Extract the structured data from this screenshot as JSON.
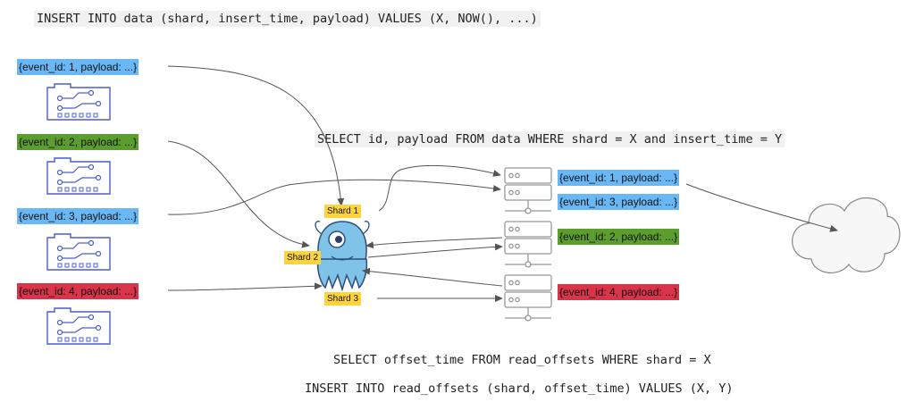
{
  "sql": {
    "insert_data": "INSERT INTO data (shard, insert_time, payload) VALUES (X, NOW(), ...)",
    "select_data": "SELECT id, payload FROM data WHERE shard = X and insert_time = Y",
    "select_offsets": "SELECT offset_time FROM read_offsets WHERE shard = X",
    "insert_offsets": "INSERT INTO read_offsets (shard, offset_time) VALUES (X, Y)"
  },
  "producers": [
    {
      "label": "{event_id: 1, payload: ...}",
      "color": "#6ab7f5"
    },
    {
      "label": "{event_id: 2, payload: ...}",
      "color": "#5c9e2e"
    },
    {
      "label": "{event_id: 3, payload: ...}",
      "color": "#6ab7f5"
    },
    {
      "label": "{event_id: 4, payload: ...}",
      "color": "#d9344a"
    }
  ],
  "shards": [
    "Shard 1",
    "Shard 2",
    "Shard 3"
  ],
  "consumer_events": [
    {
      "label": "{event_id: 1, payload: ...}",
      "color": "#6ab7f5"
    },
    {
      "label": "{event_id: 3, payload: ...}",
      "color": "#6ab7f5"
    },
    {
      "label": "{event_id: 2, payload: ...}",
      "color": "#5c9e2e"
    },
    {
      "label": "{event_id: 4, payload: ...}",
      "color": "#d9344a"
    }
  ],
  "colors": {
    "icon_stroke": "#4b5fc7",
    "server_stroke": "#999999",
    "shard_label_bg": "#ffd43b",
    "mascot_fill": "#7fc4e8",
    "arrow": "#555555"
  }
}
